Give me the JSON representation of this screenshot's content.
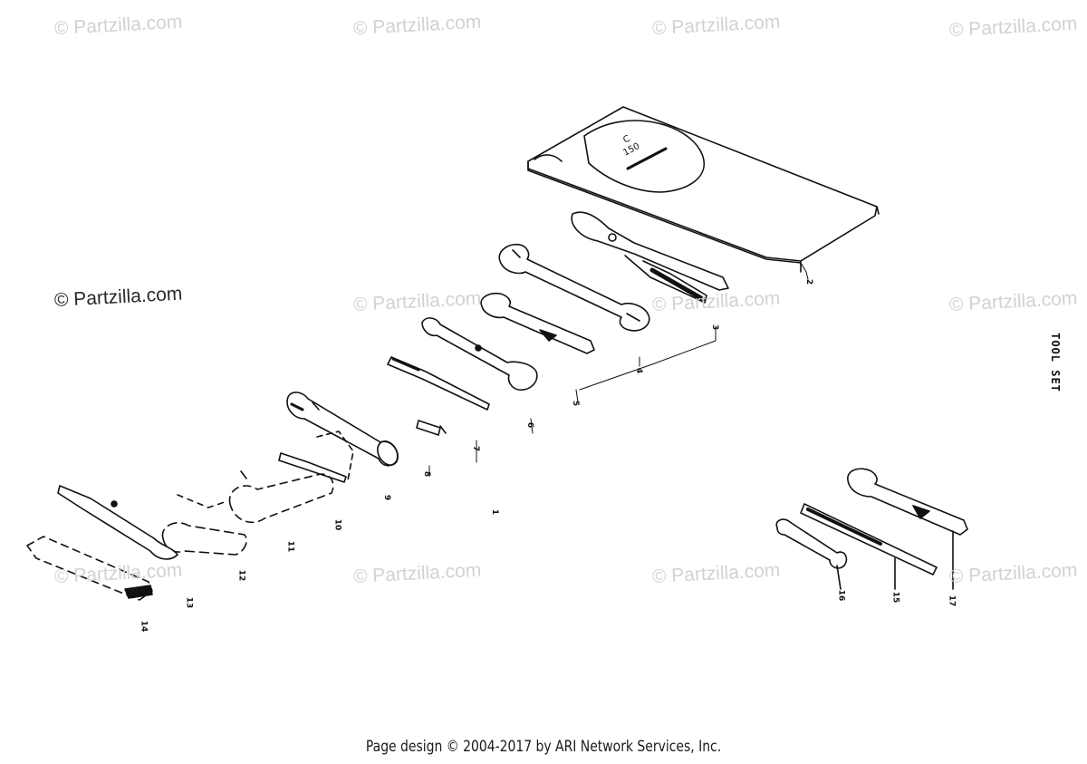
{
  "watermark": {
    "text": "© Partzilla.com"
  },
  "title": "TOOL SET",
  "footer": "Page design © 2004-2017 by ARI Network Services, Inc.",
  "case_label": [
    "C",
    "150"
  ],
  "callouts": {
    "c1": "1",
    "c2": "2",
    "c3": "3",
    "c4": "4",
    "c5": "5",
    "c6": "6",
    "c7": "7",
    "c8": "8",
    "c9": "9",
    "c10": "10",
    "c11": "11",
    "c12": "12",
    "c13": "13",
    "c14": "14",
    "c15": "15",
    "c16": "16",
    "c17": "17"
  },
  "colors": {
    "ink": "#111111",
    "watermark": "#d2d2d2",
    "background": "#ffffff"
  }
}
